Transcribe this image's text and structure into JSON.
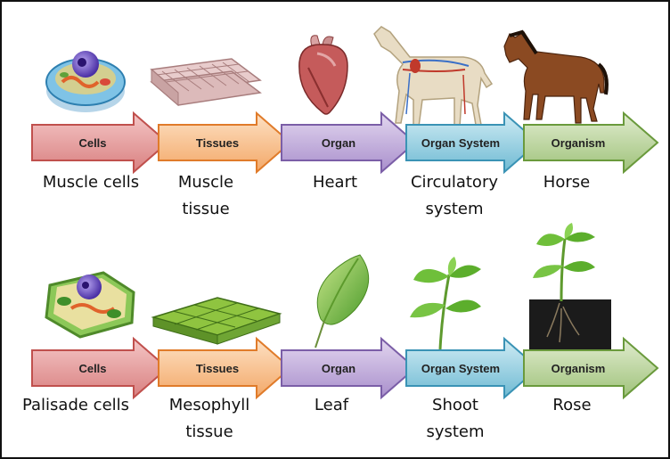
{
  "levels": {
    "cells": {
      "label": "Cells",
      "color": "#e8a0a0"
    },
    "tissues": {
      "label": "Tissues",
      "color": "#f9c79a"
    },
    "organ": {
      "label": "Organ",
      "color": "#c6b3dc"
    },
    "organ_system": {
      "label": "Organ System",
      "color": "#9fd3e3"
    },
    "organism": {
      "label": "Organism",
      "color": "#c2d9a6"
    }
  },
  "animal_row": {
    "captions": [
      "Muscle cells",
      "Muscle tissue",
      "Heart",
      "Circulatory system",
      "Horse"
    ],
    "icons": [
      "animal-cell-icon",
      "muscle-tissue-icon",
      "heart-icon",
      "horse-circulatory-icon",
      "horse-icon"
    ]
  },
  "plant_row": {
    "captions": [
      "Palisade cells",
      "Mesophyll tissue",
      "Leaf",
      "Shoot system",
      "Rose"
    ],
    "icons": [
      "plant-cell-icon",
      "mesophyll-tissue-icon",
      "leaf-icon",
      "shoot-icon",
      "rose-plant-icon"
    ]
  }
}
